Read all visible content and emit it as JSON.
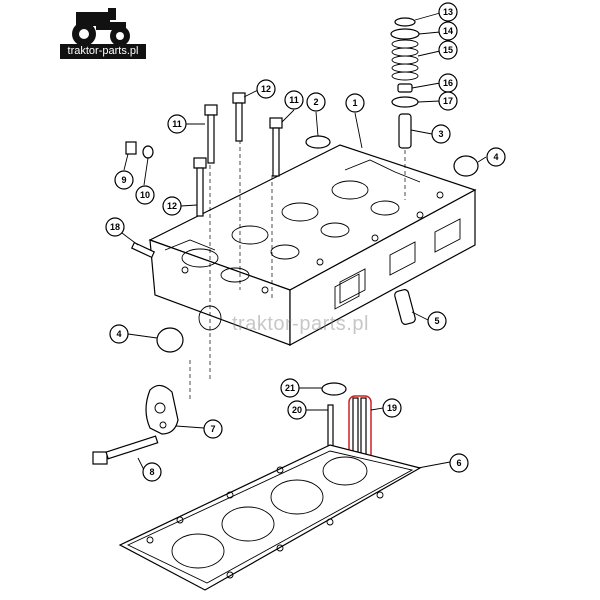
{
  "logo": {
    "text": "traktor-parts.pl",
    "icon": "tractor-icon"
  },
  "watermark": {
    "text": "traktor-parts.pl"
  },
  "callouts": [
    {
      "label": "13"
    },
    {
      "label": "14"
    },
    {
      "label": "15"
    },
    {
      "label": "16"
    },
    {
      "label": "17"
    },
    {
      "label": "12"
    },
    {
      "label": "11"
    },
    {
      "label": "2"
    },
    {
      "label": "1"
    },
    {
      "label": "3"
    },
    {
      "label": "11"
    },
    {
      "label": "4"
    },
    {
      "label": "9"
    },
    {
      "label": "10"
    },
    {
      "label": "12"
    },
    {
      "label": "18"
    },
    {
      "label": "5"
    },
    {
      "label": "4"
    },
    {
      "label": "21"
    },
    {
      "label": "20"
    },
    {
      "label": "19"
    },
    {
      "label": "7"
    },
    {
      "label": "6"
    },
    {
      "label": "8"
    }
  ],
  "highlight_color": "#cc2222"
}
